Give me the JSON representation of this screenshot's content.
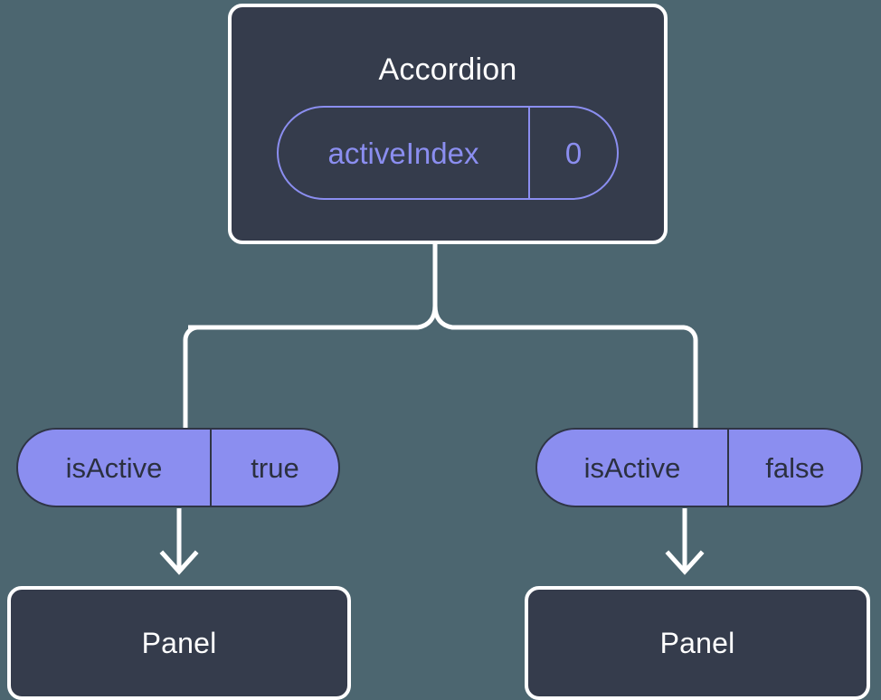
{
  "diagram": {
    "type": "component-state-tree",
    "background_color": "#4c6670",
    "node_fill_color": "#353c4c",
    "node_border_color": "#ffffff",
    "accent_color": "#8b8ef0",
    "connector_color": "#ffffff",
    "root": {
      "title": "Accordion",
      "state": {
        "key": "activeIndex",
        "value": "0"
      }
    },
    "branches": [
      {
        "prop": {
          "key": "isActive",
          "value": "true"
        },
        "child": {
          "title": "Panel"
        }
      },
      {
        "prop": {
          "key": "isActive",
          "value": "false"
        },
        "child": {
          "title": "Panel"
        }
      }
    ]
  }
}
